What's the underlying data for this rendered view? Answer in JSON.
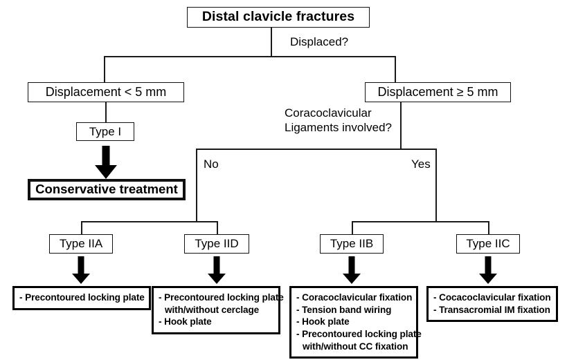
{
  "diagram": {
    "title": "Distal clavicle fractures",
    "root": {
      "label": "Distal clavicle fractures"
    },
    "decisions": {
      "displaced": "Displaced?",
      "cc_ligaments_line1": "Coracoclavicular",
      "cc_ligaments_line2": "Ligaments involved?"
    },
    "branch_labels": {
      "no": "No",
      "yes": "Yes"
    },
    "level2": {
      "left": "Displacement < 5 mm",
      "right": "Displacement ≥ 5 mm"
    },
    "types": {
      "type1": "Type I",
      "type2a": "Type IIA",
      "type2d": "Type IID",
      "type2b": "Type IIB",
      "type2c": "Type IIC"
    },
    "conservative": "Conservative treatment",
    "treatments": {
      "type2a": [
        {
          "text": "- Precontoured locking plate",
          "continuation": false
        }
      ],
      "type2d": [
        {
          "text": "- Precontoured locking plate",
          "continuation": false
        },
        {
          "text": "with/without cerclage",
          "continuation": true
        },
        {
          "text": "- Hook plate",
          "continuation": false
        }
      ],
      "type2b": [
        {
          "text": "- Coracoclavicular fixation",
          "continuation": false
        },
        {
          "text": "- Tension band wiring",
          "continuation": false
        },
        {
          "text": "- Hook plate",
          "continuation": false
        },
        {
          "text": "- Precontoured locking plate",
          "continuation": false
        },
        {
          "text": "with/without CC fixation",
          "continuation": true
        }
      ],
      "type2c": [
        {
          "text": "- Cocacoclavicular fixation",
          "continuation": false
        },
        {
          "text": "- Transacromial IM fixation",
          "continuation": false
        }
      ]
    },
    "colors": {
      "background": "#ffffff",
      "line": "#1a1a1a",
      "text": "#000000",
      "arrow": "#000000"
    }
  }
}
